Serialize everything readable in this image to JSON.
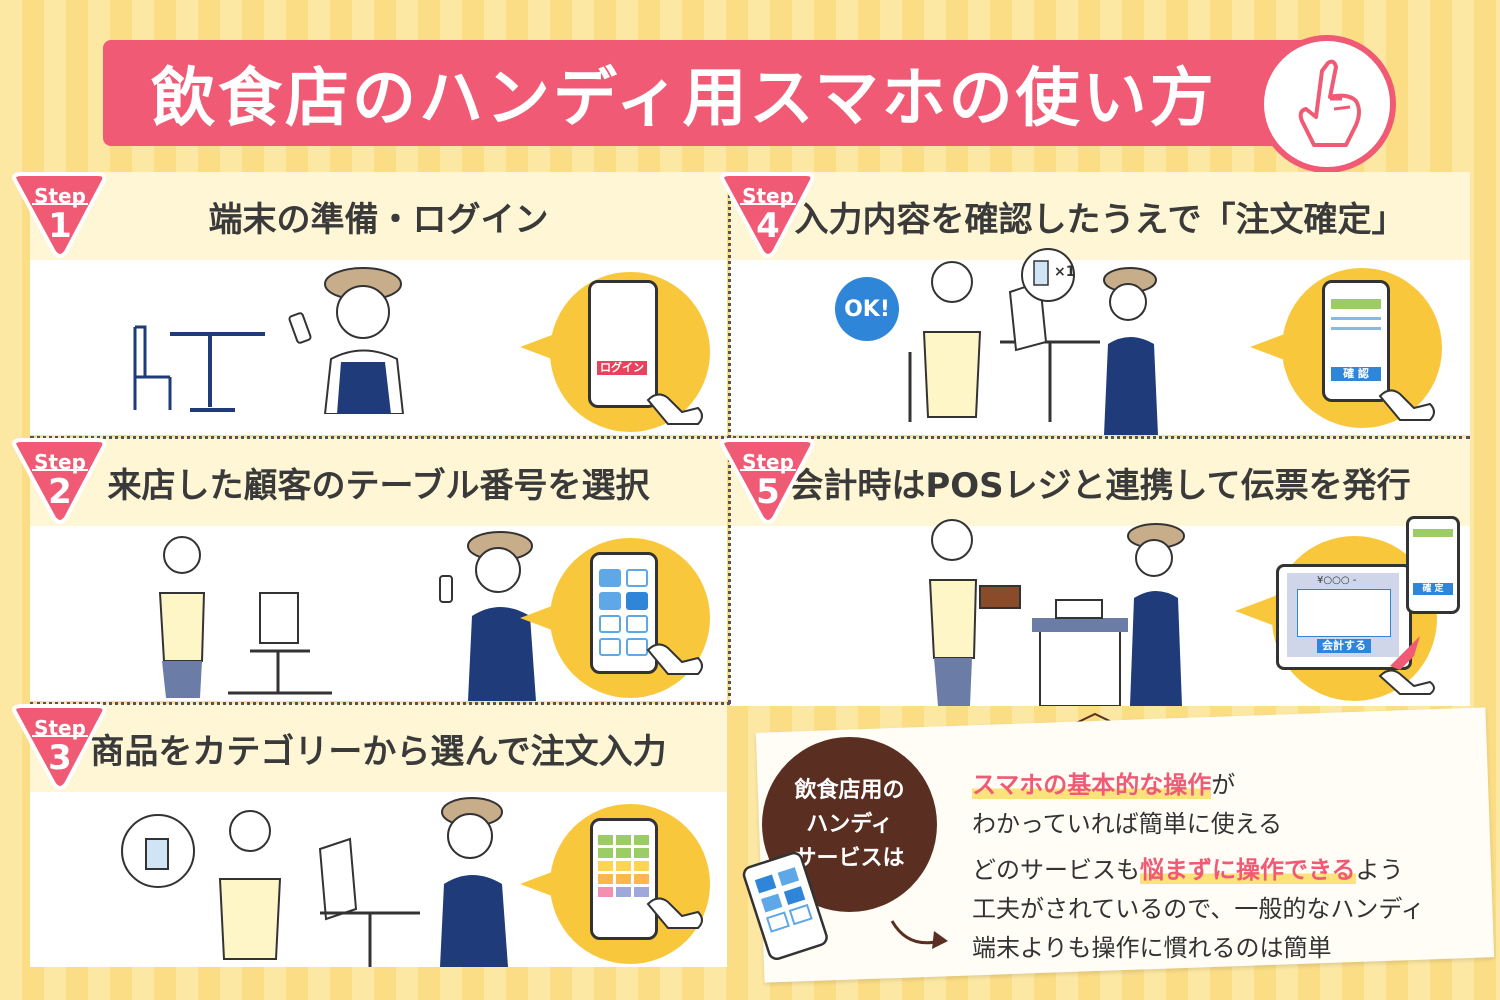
{
  "title": "飲食店のハンディ用スマホの使い方",
  "colors": {
    "accent": "#f05a74",
    "yellow": "#f9c73b",
    "navy": "#1f3b7a",
    "brown": "#5a2f22",
    "blue": "#2f86d8"
  },
  "steps": [
    {
      "step_label": "Step",
      "number": "1",
      "title": "端末の準備・ログイン",
      "screen_button": "ログイン"
    },
    {
      "step_label": "Step",
      "number": "2",
      "title": "来店した顧客のテーブル番号を選択"
    },
    {
      "step_label": "Step",
      "number": "3",
      "title": "商品をカテゴリーから選んで注文入力"
    },
    {
      "step_label": "Step",
      "number": "4",
      "title": "入力内容を確認したうえで「注文確定」",
      "screen_button": "確 認",
      "bubble_ok": "OK!",
      "bubble_qty": "×1"
    },
    {
      "step_label": "Step",
      "number": "5",
      "title": "会計時はPOSレジと連携して伝票を発行",
      "tablet_price": "¥○○○ -",
      "tablet_button": "会計する",
      "phone_button": "確 定"
    }
  ],
  "note": {
    "circle_lines": [
      "飲食店用の",
      "ハンディ",
      "サービスは"
    ],
    "p1_highlight": "スマホの基本的な操作",
    "p1_rest1": "が",
    "p1_line2": "わかっていれば簡単に使える",
    "p2_pre": "どのサービスも",
    "p2_highlight": "悩まずに操作できる",
    "p2_rest1": "よう",
    "p2_line2": "工夫がされているので、一般的なハンディ",
    "p2_line3": "端末よりも操作に慣れるのは簡単"
  }
}
